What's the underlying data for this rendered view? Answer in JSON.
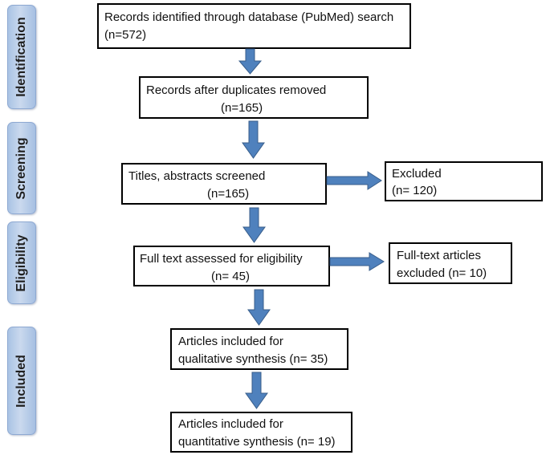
{
  "phases": {
    "identification": "Identification",
    "screening": "Screening",
    "eligibility": "Eligibility",
    "included": "Included"
  },
  "boxes": {
    "records_identified": {
      "line1": "Records identified through database (PubMed) search",
      "line2": "(n=572)"
    },
    "duplicates_removed": {
      "line1": "Records after duplicates removed",
      "line2": "(n=165)"
    },
    "titles_screened": {
      "line1": "Titles, abstracts screened",
      "line2": "(n=165)"
    },
    "excluded": {
      "line1": "Excluded",
      "line2": "(n= 120)"
    },
    "full_text_assessed": {
      "line1": "Full text assessed for eligibility",
      "line2": "(n= 45)"
    },
    "full_text_excluded": {
      "line1": "Full-text articles",
      "line2": "excluded (n= 10)"
    },
    "qualitative": {
      "line1": "Articles included for",
      "line2": "qualitative synthesis (n= 35)"
    },
    "quantitative": {
      "line1": "Articles included for",
      "line2": "quantitative synthesis (n= 19)"
    }
  },
  "colors": {
    "arrow_fill": "#4f81bd",
    "arrow_stroke": "#385d8a",
    "phase_fill": "#b8cce4"
  }
}
